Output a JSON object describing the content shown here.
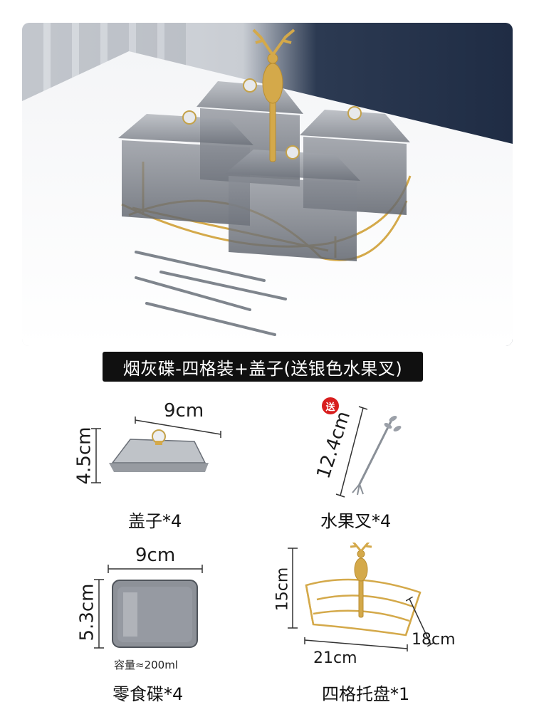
{
  "banner": {
    "title": "烟灰碟-四格装+盖子(送银色水果叉)"
  },
  "lid": {
    "width": "9cm",
    "height": "4.5cm",
    "caption": "盖子*4"
  },
  "fork": {
    "badge": "送",
    "length": "12.4cm",
    "caption": "水果叉*4"
  },
  "dish": {
    "width": "9cm",
    "height": "5.3cm",
    "capacity": "容量≈200ml",
    "caption": "零食碟*4"
  },
  "tray": {
    "height": "15cm",
    "depth": "18cm",
    "width": "21cm",
    "caption": "四格托盘*1"
  },
  "colors": {
    "banner_bg": "#101010",
    "gold": "#d4a94a",
    "smoke_glass": "#6e737c",
    "gift_red": "#d81e1e"
  }
}
